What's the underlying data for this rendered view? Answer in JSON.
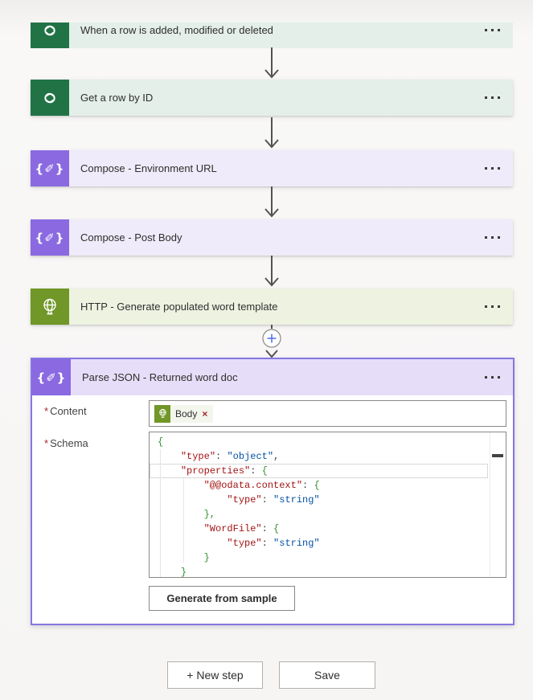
{
  "steps": [
    {
      "title": "When a row is added, modified or deleted",
      "connector": "dataverse"
    },
    {
      "title": "Get a row by ID",
      "connector": "dataverse"
    },
    {
      "title": "Compose - Environment URL",
      "connector": "data-operation"
    },
    {
      "title": "Compose - Post Body",
      "connector": "data-operation"
    },
    {
      "title": "HTTP - Generate populated word template",
      "connector": "http"
    }
  ],
  "parse_json": {
    "title": "Parse JSON - Returned word doc",
    "fields": {
      "content": {
        "label": "Content",
        "required_marker": "*",
        "token": {
          "label": "Body",
          "remove_glyph": "×",
          "icon": "http-globe"
        }
      },
      "schema": {
        "label": "Schema",
        "required_marker": "*",
        "current_line": 2,
        "lines": [
          [
            [
              "b",
              "{"
            ]
          ],
          [
            [
              "d",
              "    "
            ],
            [
              "k",
              "\"type\""
            ],
            [
              "d",
              ": "
            ],
            [
              "v",
              "\"object\""
            ],
            [
              "d",
              ","
            ]
          ],
          [
            [
              "d",
              "    "
            ],
            [
              "k",
              "\"properties\""
            ],
            [
              "d",
              ": "
            ],
            [
              "b",
              "{"
            ]
          ],
          [
            [
              "d",
              "        "
            ],
            [
              "k",
              "\"@@odata.context\""
            ],
            [
              "d",
              ": "
            ],
            [
              "b",
              "{"
            ]
          ],
          [
            [
              "d",
              "            "
            ],
            [
              "k",
              "\"type\""
            ],
            [
              "d",
              ": "
            ],
            [
              "v",
              "\"string\""
            ]
          ],
          [
            [
              "d",
              "        "
            ],
            [
              "b",
              "},"
            ]
          ],
          [
            [
              "d",
              "        "
            ],
            [
              "k",
              "\"WordFile\""
            ],
            [
              "d",
              ": "
            ],
            [
              "b",
              "{"
            ]
          ],
          [
            [
              "d",
              "            "
            ],
            [
              "k",
              "\"type\""
            ],
            [
              "d",
              ": "
            ],
            [
              "v",
              "\"string\""
            ]
          ],
          [
            [
              "d",
              "        "
            ],
            [
              "b",
              "}"
            ]
          ],
          [
            [
              "d",
              "    "
            ],
            [
              "b",
              "}"
            ]
          ]
        ]
      }
    },
    "generate_button": "Generate from sample"
  },
  "footer": {
    "new_step_button": "+ New step",
    "save_button": "Save"
  },
  "icons": {
    "dataverse": "swirl",
    "http": "globe-plug",
    "compose_glyph": "{✐}",
    "more_options": "ellipsis",
    "insert_step": "+",
    "remove_token": "×"
  },
  "colors": {
    "dataverse": "#217346",
    "dataverse_bg": "#E3EFE8",
    "data_operation": "#8A69E1",
    "data_operation_bg": "#EFEBFA",
    "http": "#709727",
    "http_bg": "#EDF2E1",
    "expanded_border": "#8576E2",
    "expanded_header_bg": "#E6DEF8",
    "token_bg": "#F3F6EC",
    "arrow": "#54524F",
    "accent_plus": "#4F6BED",
    "required": "#A4262C",
    "code_key": "#A31515",
    "code_value": "#0451A5",
    "code_bracket": "#319331"
  }
}
